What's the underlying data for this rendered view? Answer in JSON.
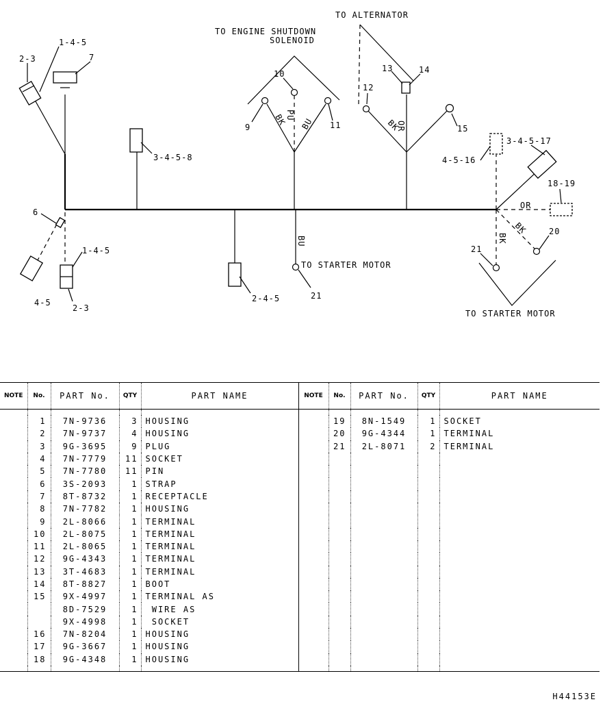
{
  "diagram": {
    "labels": {
      "to_alternator": "TO ALTERNATOR",
      "to_engine_shutdown": "TO ENGINE SHUTDOWN",
      "solenoid": "SOLENOID",
      "to_starter_motor_center": "TO STARTER MOTOR",
      "to_starter_motor_right": "TO STARTER MOTOR"
    },
    "callouts": {
      "c_2_3_top": "2-3",
      "c_1_4_5_top": "1-4-5",
      "c_7": "7",
      "c_3_4_5_8": "3-4-5-8",
      "c_10": "10",
      "c_9": "9",
      "c_11": "11",
      "c_12": "12",
      "c_13": "13",
      "c_14": "14",
      "c_15": "15",
      "c_4_5_16": "4-5-16",
      "c_3_4_5_17": "3-4-5-17",
      "c_18_19": "18-19",
      "c_6": "6",
      "c_1_4_5_bottom": "1-4-5",
      "c_4_5": "4-5",
      "c_2_3_bottom": "2-3",
      "c_2_4_5": "2-4-5",
      "c_21_center": "21",
      "c_21_right": "21",
      "c_20": "20"
    },
    "wire_colors": {
      "bk_left": "BK",
      "pu": "PU",
      "bu": "BU",
      "bk_alt": "BK",
      "or_alt": "OR",
      "bu_starter": "BU",
      "or_right": "OR",
      "bk_right": "BK",
      "bk_down": "BK"
    }
  },
  "table": {
    "headers": {
      "note": "NOTE",
      "no": "No.",
      "part_no": "PART No.",
      "qty": "QTY",
      "part_name": "PART NAME"
    },
    "rows": [
      {
        "note": "",
        "no": "1",
        "part_no": "7N-9736",
        "qty": "3",
        "part_name": "HOUSING",
        "r_note": "",
        "r_no": "19",
        "r_part_no": "8N-1549",
        "r_qty": "1",
        "r_part_name": "SOCKET"
      },
      {
        "note": "",
        "no": "2",
        "part_no": "7N-9737",
        "qty": "4",
        "part_name": "HOUSING",
        "r_note": "",
        "r_no": "20",
        "r_part_no": "9G-4344",
        "r_qty": "1",
        "r_part_name": "TERMINAL"
      },
      {
        "note": "",
        "no": "3",
        "part_no": "9G-3695",
        "qty": "9",
        "part_name": "PLUG",
        "r_note": "",
        "r_no": "21",
        "r_part_no": "2L-8071",
        "r_qty": "2",
        "r_part_name": "TERMINAL"
      },
      {
        "note": "",
        "no": "4",
        "part_no": "7N-7779",
        "qty": "11",
        "part_name": "SOCKET",
        "r_note": "",
        "r_no": "",
        "r_part_no": "",
        "r_qty": "",
        "r_part_name": ""
      },
      {
        "note": "",
        "no": "5",
        "part_no": "7N-7780",
        "qty": "11",
        "part_name": "PIN",
        "r_note": "",
        "r_no": "",
        "r_part_no": "",
        "r_qty": "",
        "r_part_name": ""
      },
      {
        "note": "",
        "no": "6",
        "part_no": "3S-2093",
        "qty": "1",
        "part_name": "STRAP",
        "r_note": "",
        "r_no": "",
        "r_part_no": "",
        "r_qty": "",
        "r_part_name": ""
      },
      {
        "note": "",
        "no": "7",
        "part_no": "8T-8732",
        "qty": "1",
        "part_name": "RECEPTACLE",
        "r_note": "",
        "r_no": "",
        "r_part_no": "",
        "r_qty": "",
        "r_part_name": ""
      },
      {
        "note": "",
        "no": "8",
        "part_no": "7N-7782",
        "qty": "1",
        "part_name": "HOUSING",
        "r_note": "",
        "r_no": "",
        "r_part_no": "",
        "r_qty": "",
        "r_part_name": ""
      },
      {
        "note": "",
        "no": "9",
        "part_no": "2L-8066",
        "qty": "1",
        "part_name": "TERMINAL",
        "r_note": "",
        "r_no": "",
        "r_part_no": "",
        "r_qty": "",
        "r_part_name": ""
      },
      {
        "note": "",
        "no": "10",
        "part_no": "2L-8075",
        "qty": "1",
        "part_name": "TERMINAL",
        "r_note": "",
        "r_no": "",
        "r_part_no": "",
        "r_qty": "",
        "r_part_name": ""
      },
      {
        "note": "",
        "no": "11",
        "part_no": "2L-8065",
        "qty": "1",
        "part_name": "TERMINAL",
        "r_note": "",
        "r_no": "",
        "r_part_no": "",
        "r_qty": "",
        "r_part_name": ""
      },
      {
        "note": "",
        "no": "12",
        "part_no": "9G-4343",
        "qty": "1",
        "part_name": "TERMINAL",
        "r_note": "",
        "r_no": "",
        "r_part_no": "",
        "r_qty": "",
        "r_part_name": ""
      },
      {
        "note": "",
        "no": "13",
        "part_no": "3T-4683",
        "qty": "1",
        "part_name": "TERMINAL",
        "r_note": "",
        "r_no": "",
        "r_part_no": "",
        "r_qty": "",
        "r_part_name": ""
      },
      {
        "note": "",
        "no": "14",
        "part_no": "8T-8827",
        "qty": "1",
        "part_name": "BOOT",
        "r_note": "",
        "r_no": "",
        "r_part_no": "",
        "r_qty": "",
        "r_part_name": ""
      },
      {
        "note": "",
        "no": "15",
        "part_no": "9X-4997",
        "qty": "1",
        "part_name": "TERMINAL AS",
        "r_note": "",
        "r_no": "",
        "r_part_no": "",
        "r_qty": "",
        "r_part_name": ""
      },
      {
        "note": "",
        "no": "",
        "part_no": "8D-7529",
        "qty": "1",
        "part_name": " WIRE AS",
        "r_note": "",
        "r_no": "",
        "r_part_no": "",
        "r_qty": "",
        "r_part_name": ""
      },
      {
        "note": "",
        "no": "",
        "part_no": "9X-4998",
        "qty": "1",
        "part_name": " SOCKET",
        "r_note": "",
        "r_no": "",
        "r_part_no": "",
        "r_qty": "",
        "r_part_name": ""
      },
      {
        "note": "",
        "no": "16",
        "part_no": "7N-8204",
        "qty": "1",
        "part_name": "HOUSING",
        "r_note": "",
        "r_no": "",
        "r_part_no": "",
        "r_qty": "",
        "r_part_name": ""
      },
      {
        "note": "",
        "no": "17",
        "part_no": "9G-3667",
        "qty": "1",
        "part_name": "HOUSING",
        "r_note": "",
        "r_no": "",
        "r_part_no": "",
        "r_qty": "",
        "r_part_name": ""
      },
      {
        "note": "",
        "no": "18",
        "part_no": "9G-4348",
        "qty": "1",
        "part_name": "HOUSING",
        "r_note": "",
        "r_no": "",
        "r_part_no": "",
        "r_qty": "",
        "r_part_name": ""
      }
    ]
  },
  "drawing_code": "H44153E"
}
